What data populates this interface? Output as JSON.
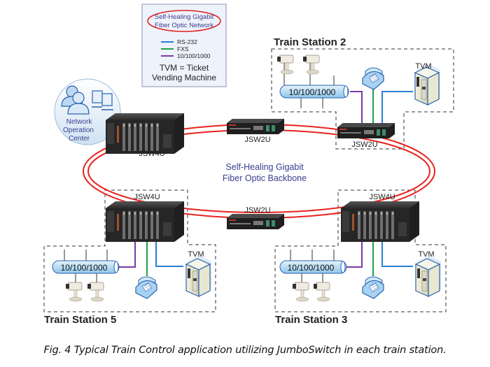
{
  "legend": {
    "title_line1": "Self-Healing Gigabit",
    "title_line2": "Fiber Optic Network",
    "items": [
      {
        "label": "RS-232",
        "color": "#2a7fd4"
      },
      {
        "label": "FXS",
        "color": "#1aa34a"
      },
      {
        "label": "10/100/1000",
        "color": "#7a3aa8"
      }
    ],
    "note_line1": "TVM = Ticket",
    "note_line2": "Vending Machine"
  },
  "noc": {
    "line1": "Network",
    "line2": "Operation",
    "line3": "Center"
  },
  "backbone": {
    "line1": "Self-Healing Gigabit",
    "line2": "Fiber Optic Backbone",
    "ring_color": "#e8231f"
  },
  "devices": {
    "noc_switch": "JSW4U",
    "top_middle_switch": "JSW2U",
    "station2_switch": "JSW2U",
    "bottom_middle_switch": "JSW2U",
    "station5_switch": "JSW4U",
    "station3_switch": "JSW4U"
  },
  "stations": {
    "station2": {
      "title": "Train Station 2",
      "bus_label": "10/100/1000",
      "tvm_label": "TVM"
    },
    "station5": {
      "title": "Train Station 5",
      "bus_label": "10/100/1000",
      "tvm_label": "TVM"
    },
    "station3": {
      "title": "Train Station 3",
      "bus_label": "10/100/1000",
      "tvm_label": "TVM"
    }
  },
  "caption": "Fig. 4 Typical Train Control application utilizing JumboSwitch in each train station."
}
